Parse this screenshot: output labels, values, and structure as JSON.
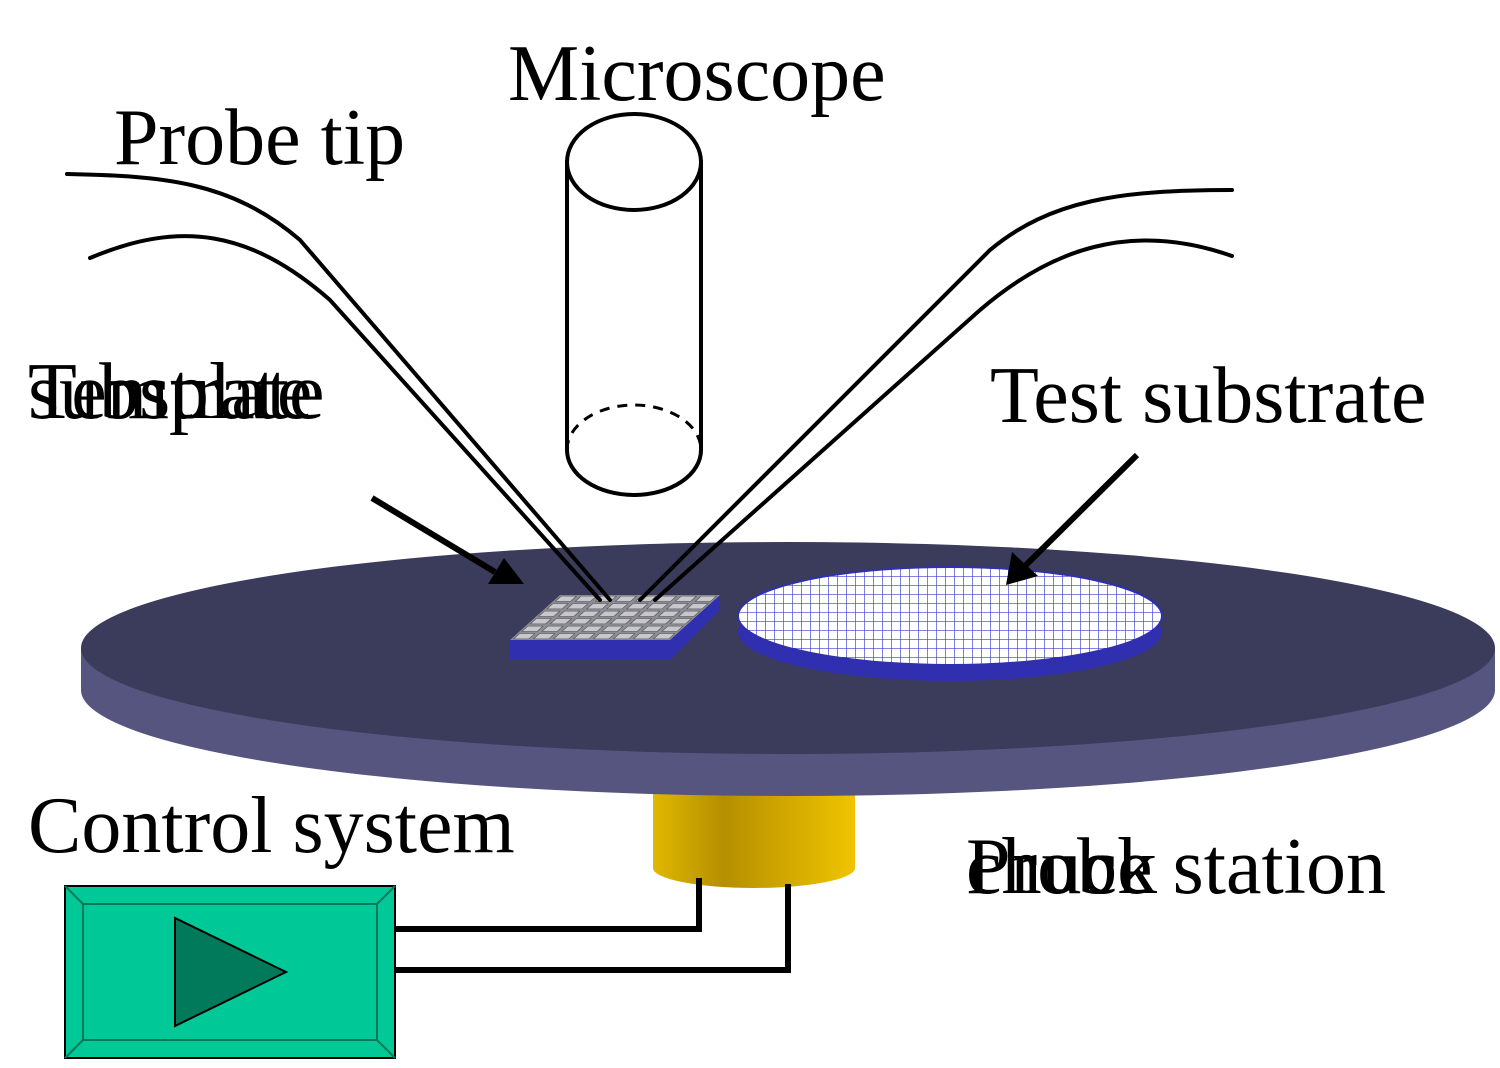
{
  "labels": {
    "microscope": "Microscope",
    "probe_tip": "Probe tip",
    "template_line1": "Template",
    "template_line2": "substrate",
    "test_substrate": "Test substrate",
    "control_system": "Control system",
    "chuck_line1": "Probe station",
    "chuck_line2": "chuck"
  },
  "icons": {
    "control_box": "play-triangle-icon"
  },
  "colors": {
    "chuck_top": "#3b3b5b",
    "chuck_edge": "#55557f",
    "substrate_base": "#2f2faf",
    "test_grid": "#3a3ad0",
    "pedestal": "#d4a800",
    "control_box": "#00c896",
    "control_triangle": "#007a5a"
  }
}
